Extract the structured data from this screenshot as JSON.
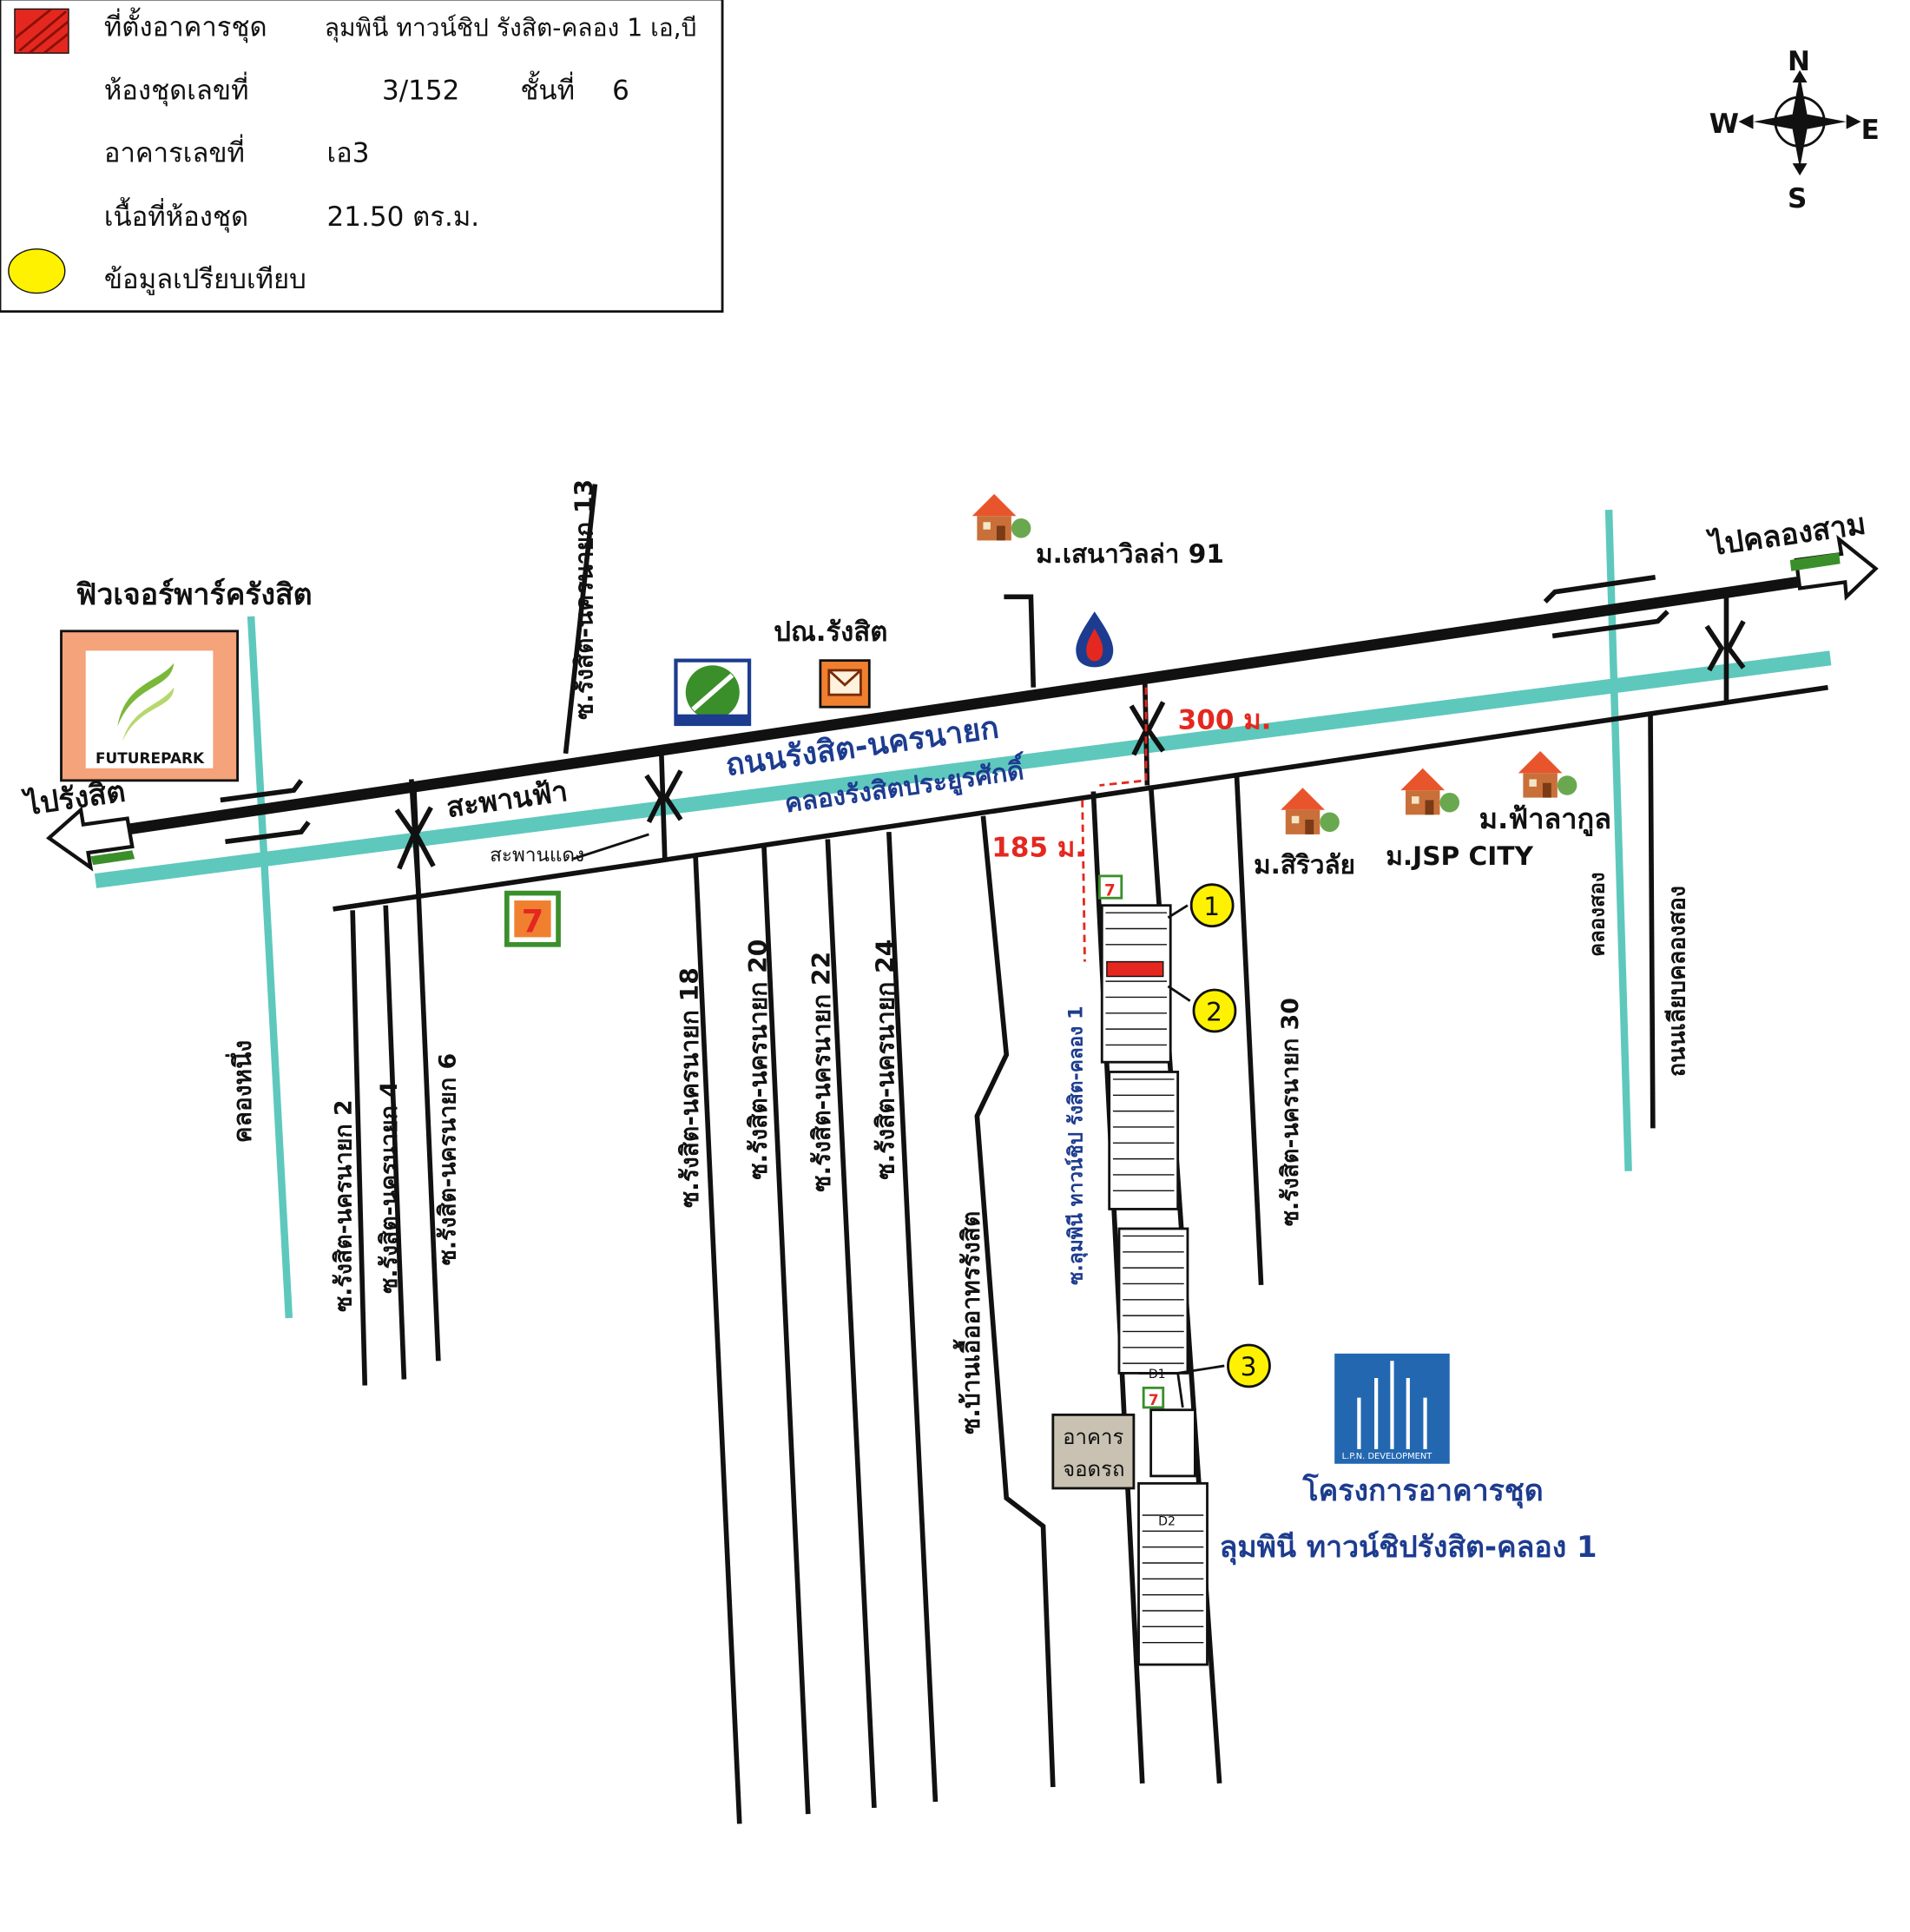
{
  "legend": {
    "location_label": "ที่ตั้งอาคารชุด",
    "location_value": "ลุมพินี ทาวน์ชิป รังสิต-คลอง 1 เอ,บี",
    "room_label": "ห้องชุดเลขที่",
    "room_value": "3/152",
    "floor_label": "ชั้นที่",
    "floor_value": "6",
    "building_label": "อาคารเลขที่",
    "building_value": "เอ3",
    "area_label": "เนื้อที่ห้องชุด",
    "area_value": "21.50 ตร.ม.",
    "comparison_label": "ข้อมูลเปรียบเทียบ"
  },
  "compass": {
    "n": "N",
    "s": "S",
    "e": "E",
    "w": "W"
  },
  "places": {
    "future_park": "ฟิวเจอร์พาร์ครังสิต",
    "future_park_logo": "FUTUREPARK",
    "to_rangsit": "ไปรังสิต",
    "to_khlong_sam": "ไปคลองสาม",
    "post_office": "ปณ.รังสิต",
    "sena_villa": "ม.เสนาวิลล่า 91",
    "siriwan": "ม.สิริวลัย",
    "jsp_city": "ม.JSP CITY",
    "fa_lakul": "ม.ฟ้าลากูล",
    "skywalk": "สะพานฟ้า",
    "red_bridge": "สะพานแดง",
    "main_road": "ถนนรังสิต-นครนายก",
    "canal": "คลองรังสิตประยูรศักดิ์",
    "parking": [
      "อาคาร",
      "จอดรถ"
    ],
    "project_title": "โครงการอาคารชุด",
    "project_name": "ลุมพินี ทาวน์ชิปรังสิต-คลอง 1",
    "lpn_logo": "L.P.N. DEVELOPMENT"
  },
  "roads": {
    "soi2": "ซ.รังสิต-นครนายก 2",
    "soi4": "ซ.รังสิต-นครนายก 4",
    "soi6": "ซ.รังสิต-นครนายก 6",
    "soi13": "ซ.รังสิต-นครนายก 13",
    "soi18": "ซ.รังสิต-นครนายก 18",
    "soi20": "ซ.รังสิต-นครนายก 20",
    "soi22": "ซ.รังสิต-นครนายก 22",
    "soi24": "ซ.รังสิต-นครนายก 24",
    "soi30": "ซ.รังสิต-นครนายก 30",
    "ban_ua": "ซ.บ้านเอื้ออาทรรังสิต",
    "lumpini_soi": "ซ.ลุมพินี ทาวน์ชิป รังสิต-คลอง 1",
    "khlong_nueng": "คลองหนึ่ง",
    "khlong_song": "คลองสอง",
    "liap_khlong_song": "ถนนเลียบคลองสอง"
  },
  "distances": {
    "d300": "300 ม.",
    "d185": "185 ม."
  },
  "markers": [
    "1",
    "2",
    "3"
  ],
  "colors": {
    "canal": "#5ec8bd",
    "road": "#111111",
    "legend_red": "#e4281f",
    "comparison_yellow": "#fff200",
    "label_blue": "#1d3c8f",
    "distance_red": "#e4281f",
    "sign_green": "#3a8f2a"
  },
  "icons": [
    "house-icon",
    "ptt-gas-icon",
    "post-office-icon",
    "bank-icon",
    "seven-eleven-icon",
    "compass-icon",
    "arrow-icon"
  ]
}
